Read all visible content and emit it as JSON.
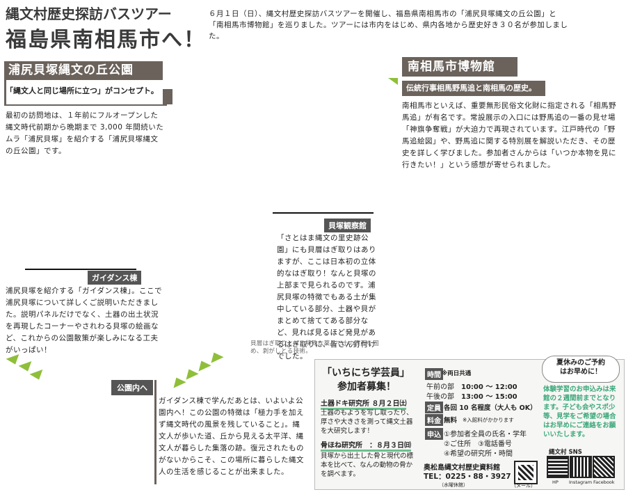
{
  "header": {
    "subtitle": "縄文村歴史探訪バスツアー",
    "title": "福島県南相馬市へ！",
    "intro": "６月１日（日）、縄文村歴史探訪バスツアーを開催し、福島県南相馬市の「浦尻貝塚縄文の丘公園」と「南相馬市博物館」を巡りました。ツアーには市内をはじめ、県内各地から歴史好き３０名が参加しました。"
  },
  "section1": {
    "heading": "浦尻貝塚縄文の丘公園",
    "concept": "「縄文人と同じ場所に立つ」がコンセプト。",
    "body": "最初の訪問地は、１年前にフルオープンした縄文時代前期から晩期まで 3,000 年間続いたムラ「浦尻貝塚」を紹介する「浦尻貝塚縄文の丘公園」です。"
  },
  "museum": {
    "heading": "南相馬市博物館",
    "subheading": "伝統行事相馬野馬追と南相馬の歴史。",
    "body": "南相馬市といえば、重要無形民俗文化財に指定される「相馬野馬追」が有名です。常設展示の入口には野馬追の一番の見せ場「神旗争奪戦」が大迫力で再現されています。江戸時代の「野馬追絵図」や、野馬追に関する特別展を解説いただき、その歴史を詳しく学びました。参加者さんからは「いつか本物を見に行きたい！」という感想が寄せられました。"
  },
  "shell": {
    "label": "貝塚観察館",
    "body": "「さとはま縄文の里史跡公園」にも貝層はぎ取りはありますが、ここは日本初の立体的なはぎ取り！なんと貝塚の上部まで見られるのです。浦尻貝塚の特徴でもある土が集中している部分、土器や貝がまとめて捨ててある部分など、見れば見るほど発見があるはぎ取りに、皆さん釘付けでした。",
    "note": "貝層はぎ取りとは…特殊な薬品で土の表面を固め、剥がしとる技術。"
  },
  "guidance": {
    "label": "ガイダンス棟",
    "body": "浦尻貝塚を紹介する「ガイダンス棟」。ここで浦尻貝塚について詳しくご説明いただきました。説明パネルだけでなく、土器の出土状況を再現したコーナーやされわる貝塚の絵画など、これからの公園散策が楽しみになる工夫がいっぱい！"
  },
  "park": {
    "label": "公園内へ",
    "body": "ガイダンス棟で学んだあとは、いよいよ公園内へ！この公園の特徴は「極力手を加えず縄文時代の風景を残していること」。縄文人が歩いた道、丘から見える太平洋、縄文人が暮らした集落の跡。復元されたものがないからこそ、この場所に暮らした縄文人の生活を感じることが出来ました。"
  },
  "ad": {
    "title1": "「いちにち学芸員」",
    "title2": "参加者募集！",
    "lab1_title": "土器ドキ研究所 ８月２日㈯",
    "lab1_body": "土器のもようを写し取ったり、厚さや大きさを測って縄文土器を大研究します！",
    "lab2_title": "骨ほね研究所　：８月３日㈰",
    "lab2_body": "貝塚から出土した骨と現代の標本を比べて、なんの動物の骨かを調べます。",
    "time_tag": "時間",
    "time_note": "※両日共通",
    "am_label": "午前の部",
    "am_time": "10:00 ～ 12:00",
    "pm_label": "午後の部",
    "pm_time": "13:00 ～ 15:00",
    "cap_tag": "定員",
    "cap_text": "各回 10 名程度（大人も OK）",
    "fee_tag": "料金",
    "fee_text": "無料",
    "fee_note": "※入館料がかかります",
    "apply_tag": "申込",
    "apply1": "①参加者全員の氏名・学年",
    "apply2": "②ご住所　③電話番号",
    "apply3": "④希望の研究所・時間",
    "museum_name": "奥松島縄文村歴史資料館",
    "tel": "TEL：0225・88・3927",
    "closed": "（水曜休館）",
    "mail": "（メール）",
    "bubble1": "夏休みのご予約",
    "bubble2": "はお早めに！",
    "notice": "体験学習のお申込みは来館の２週間前までとなります。子ども会やスポ少等、見学をご希望の場合はお早めにご連絡をお願いいたします。",
    "sns_title": "縄文村 SNS",
    "sns": [
      "HP",
      "Instagram",
      "Facebook"
    ]
  },
  "colors": {
    "accent_gray": "#6b625c",
    "green": "#8fbf3a",
    "teal": "#3aa87a"
  }
}
